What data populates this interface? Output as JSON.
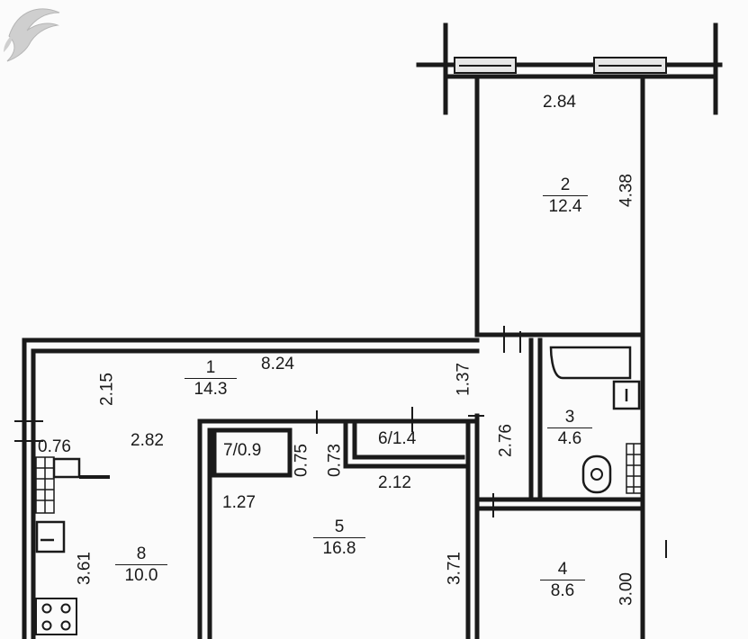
{
  "colors": {
    "wall": "#1a1a1a",
    "background": "#fbfbfb",
    "logo": "#c8c8c8"
  },
  "logo": {
    "icon": "bird-logo-icon"
  },
  "rooms": [
    {
      "id": "room-1",
      "number": "1",
      "area": "14.3"
    },
    {
      "id": "room-2",
      "number": "2",
      "area": "12.4"
    },
    {
      "id": "room-3",
      "number": "3",
      "area": "4.6"
    },
    {
      "id": "room-4",
      "number": "4",
      "area": "8.6"
    },
    {
      "id": "room-5",
      "number": "5",
      "area": "16.8"
    },
    {
      "id": "room-6",
      "label": "6/1.4"
    },
    {
      "id": "room-7",
      "label": "7/0.9"
    },
    {
      "id": "room-8",
      "number": "8",
      "area": "10.0"
    }
  ],
  "dimensions": {
    "d_2_84": "2.84",
    "d_4_38": "4.38",
    "d_8_24": "8.24",
    "d_2_15": "2.15",
    "d_1_37": "1.37",
    "d_2_82": "2.82",
    "d_0_76": "0.76",
    "d_0_75": "0.75",
    "d_0_73": "0.73",
    "d_2_76": "2.76",
    "d_2_12": "2.12",
    "d_1_27": "1.27",
    "d_3_61": "3.61",
    "d_3_71": "3.71",
    "d_3_00": "3.00"
  }
}
